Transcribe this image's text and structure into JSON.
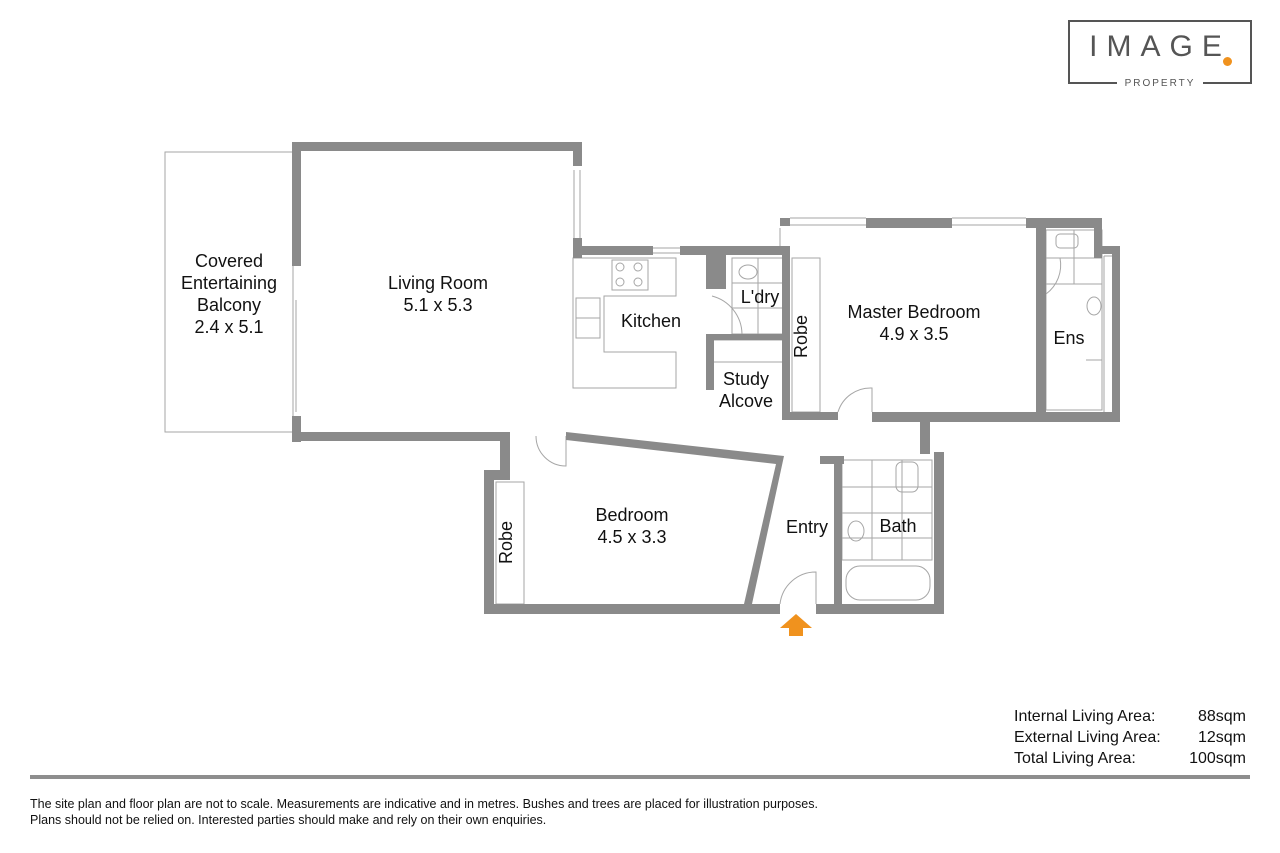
{
  "logo": {
    "name": "IMAGE",
    "tagline": "PROPERTY",
    "accent": "#f0921e"
  },
  "rooms": {
    "balcony": {
      "line1": "Covered",
      "line2": "Entertaining",
      "line3": "Balcony",
      "dims": "2.4 x 5.1"
    },
    "living": {
      "name": "Living Room",
      "dims": "5.1 x 5.3"
    },
    "kitchen": {
      "name": "Kitchen"
    },
    "laundry": {
      "name": "L'dry"
    },
    "study": {
      "line1": "Study",
      "line2": "Alcove"
    },
    "master": {
      "name": "Master Bedroom",
      "dims": "4.9 x 3.5"
    },
    "master_robe": {
      "name": "Robe"
    },
    "ensuite": {
      "name": "Ens"
    },
    "bedroom": {
      "name": "Bedroom",
      "dims": "4.5 x 3.3"
    },
    "bedroom_robe": {
      "name": "Robe"
    },
    "entry": {
      "name": "Entry"
    },
    "bath": {
      "name": "Bath"
    }
  },
  "areas": [
    {
      "label": "Internal Living Area:",
      "value": "88sqm"
    },
    {
      "label": "External Living Area:",
      "value": "12sqm"
    },
    {
      "label": "Total Living Area:",
      "value": "100sqm"
    }
  ],
  "disclaimer": {
    "line1": "The site plan and floor plan are not to scale. Measurements are indicative and in metres. Bushes and trees are placed for illustration purposes.",
    "line2": "Plans should not be relied on. Interested parties should make and rely on their own enquiries."
  },
  "colors": {
    "wall": "#8a8a8a",
    "fixture": "#9a9a9a",
    "arrow": "#f0921e"
  }
}
